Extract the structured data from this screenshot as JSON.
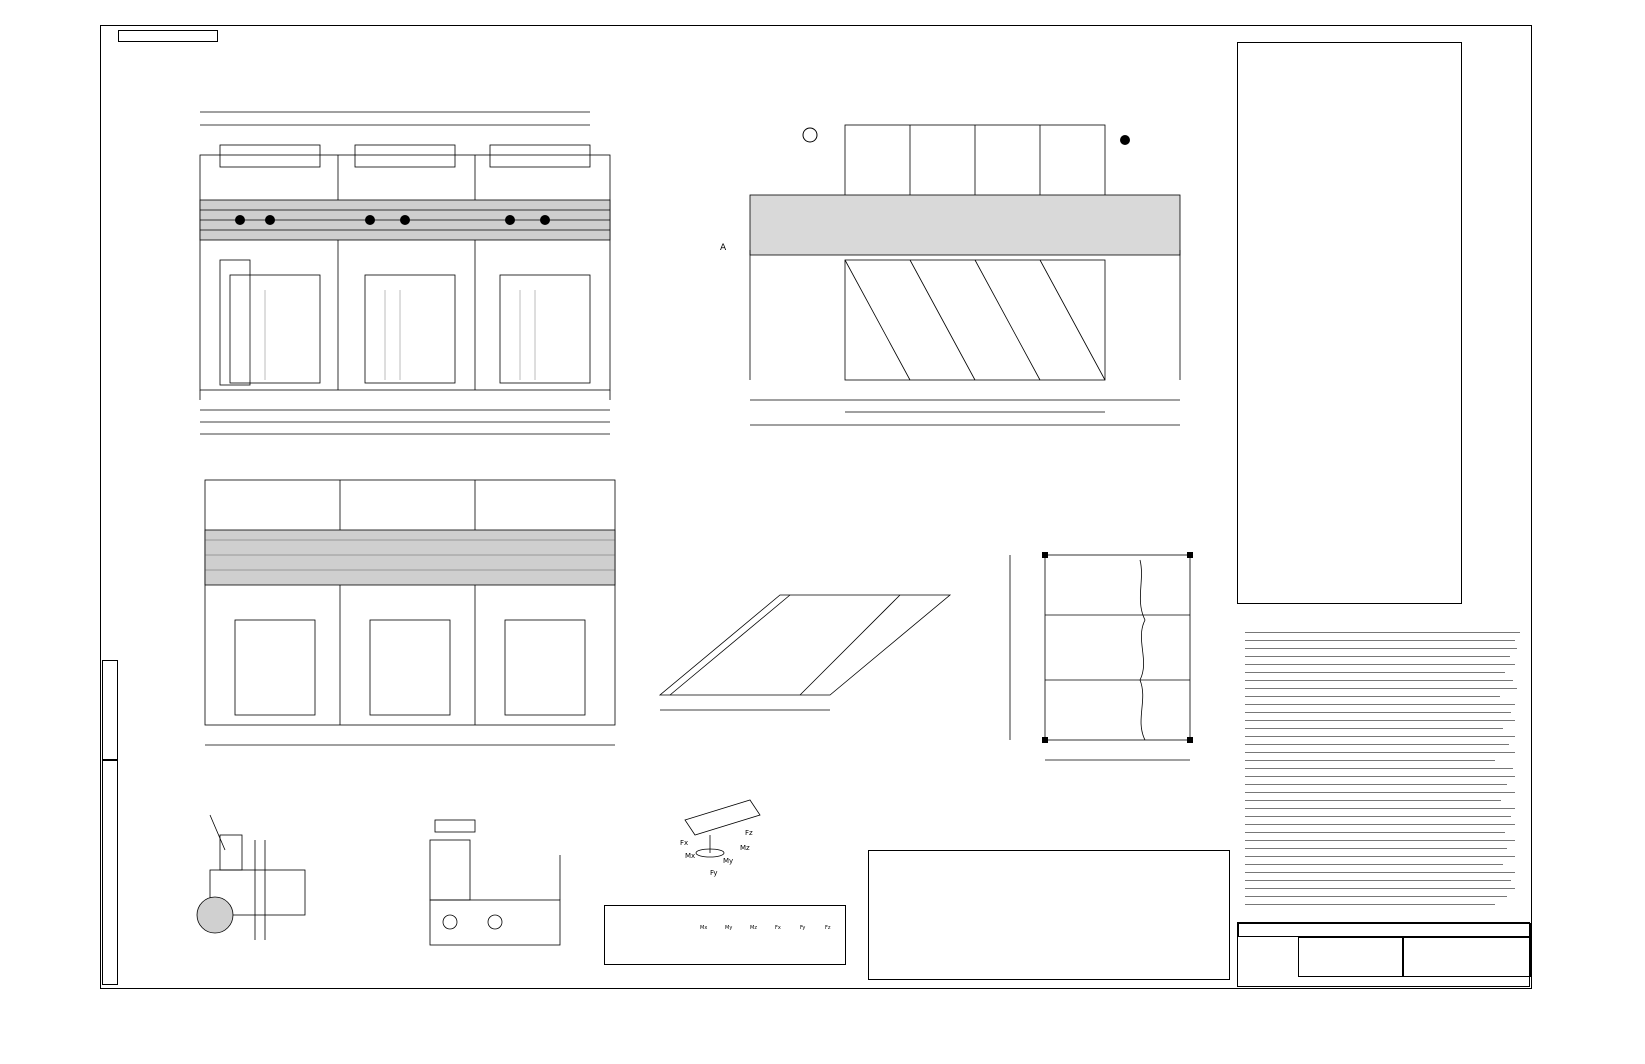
{
  "drawing": {
    "designation_rotated": "",
    "sheet_label_rotated": "",
    "sheet_format": ""
  },
  "table1": {
    "title": "",
    "header": [
      "",
      "",
      ""
    ]
  },
  "tech_requirements": {
    "title": ""
  },
  "table2": {
    "title": "",
    "header": [
      "",
      "",
      "",
      "",
      "",
      "",
      ""
    ]
  },
  "table3": {
    "title": "",
    "subtitle": "",
    "header_cols": [
      "",
      "",
      ""
    ],
    "sub_cols": [
      "Mx",
      "My",
      "Mz",
      "Fx",
      "Fy",
      "Fz"
    ],
    "row": [
      "",
      "",
      "",
      "",
      "",
      "",
      ""
    ]
  },
  "views": {
    "plan_label": "",
    "section_k": "",
    "detail_b": "",
    "view_a_mark": "A"
  },
  "load_scheme": {
    "title": "",
    "loads": [
      "",
      "",
      "",
      "",
      ""
    ],
    "axes": [
      "Fx",
      "Fz",
      "Mx",
      "My",
      "Mz",
      "Fy"
    ]
  },
  "bolt_plan": {
    "title": ""
  },
  "stamp": {
    "designation": "",
    "title": "",
    "subtitle": "",
    "org": ""
  }
}
